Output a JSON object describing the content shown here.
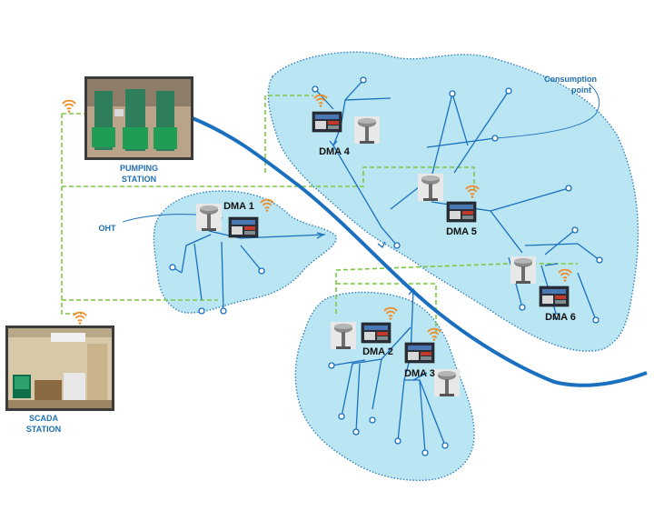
{
  "labels": {
    "pumping_station_line1": "PUMPING",
    "pumping_station_line2": "STATION",
    "scada_station_line1": "SCADA",
    "scada_station_line2": "STATION",
    "consumption_point_line1": "Consumption",
    "consumption_point_line2": "point",
    "oht": "OHT"
  },
  "dmas": [
    {
      "label": "DMA 1"
    },
    {
      "label": "DMA 2"
    },
    {
      "label": "DMA 3"
    },
    {
      "label": "DMA 4"
    },
    {
      "label": "DMA 5"
    },
    {
      "label": "DMA 6"
    }
  ],
  "colors": {
    "zone_fill": "#b9e6f2",
    "zone_border": "#2f7fbf",
    "pipe": "#1a6fbe",
    "comm_link": "#7ac943",
    "wifi": "#f28c28",
    "label_blue": "#1f6fb0"
  },
  "icons": {
    "wifi": "wifi-signal-icon",
    "tank": "water-tank-icon",
    "controller": "plc-controller-icon",
    "node": "consumption-node-icon"
  }
}
